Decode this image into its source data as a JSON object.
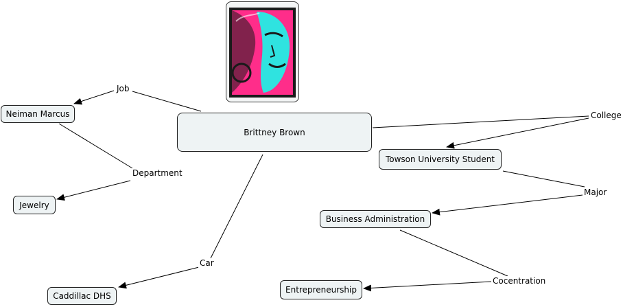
{
  "concept_map": {
    "center": "Brittney Brown",
    "nodes": {
      "neiman": "Neiman Marcus",
      "jewelry": "Jewelry",
      "cadillac": "Caddillac DHS",
      "towson": "Towson University Student",
      "business": "Business Administration",
      "entrepreneurship": "Entrepreneurship"
    },
    "links": {
      "job": "Job",
      "department": "Department",
      "car": "Car",
      "college": "College",
      "major": "Major",
      "concentration": "Cocentration"
    }
  },
  "photo": {
    "colors": {
      "magenta": "#ff2d8a",
      "cyan": "#2fe3e0",
      "dark": "#1a1a1a"
    }
  }
}
